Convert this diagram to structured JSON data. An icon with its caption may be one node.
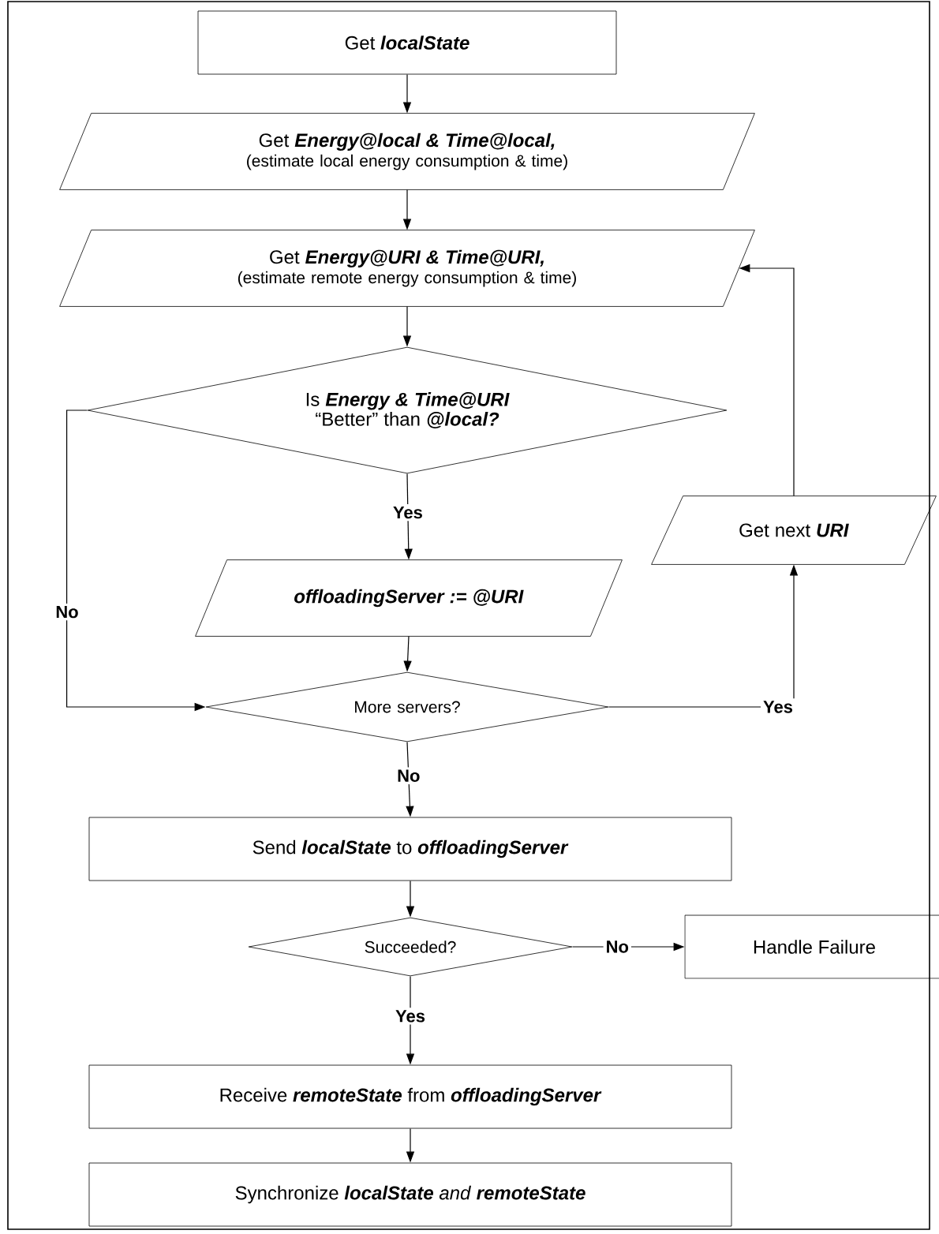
{
  "diagram": {
    "nodes": [
      {
        "text": [
          "Get **localState**"
        ]
      },
      {
        "text": [
          "Get **Energy@local & Time@local,**",
          "(estimate local energy consumption & time)"
        ]
      },
      {
        "text": [
          "Get **Energy@URI & Time@URI,**",
          "(estimate remote energy consumption & time)"
        ]
      },
      {
        "text": [
          "Is **Energy & Time@URI** “Better” than **@local?**"
        ]
      },
      {
        "text": [
          "**offloadingServer := @URI**"
        ]
      },
      {
        "text": [
          "More servers?"
        ]
      },
      {
        "text": [
          "Get next **URI**"
        ]
      },
      {
        "text": [
          "Send **localState** to **offloadingServer**"
        ]
      },
      {
        "text": [
          "Succeeded?"
        ]
      },
      {
        "text": [
          "Handle Failure"
        ]
      },
      {
        "text": [
          "Receive **remoteState** from **offloadingServer**"
        ]
      },
      {
        "text": [
          "Synchronize **localState** *and* **remoteState**"
        ]
      }
    ],
    "edges": [
      {
        "from": 0,
        "to": 1,
        "arrow": "to"
      },
      {
        "from": 1,
        "to": 2,
        "arrow": "to"
      },
      {
        "from": 2,
        "to": 3,
        "arrow": "to"
      },
      {
        "from": 3,
        "to": 4,
        "arrow": "to",
        "label": "Yes"
      },
      {
        "from": 3,
        "to": 5,
        "arrow": "to",
        "label": "No"
      },
      {
        "from": 4,
        "to": 5,
        "arrow": "to"
      },
      {
        "from": 5,
        "to": 6,
        "arrow": "to",
        "label": "Yes"
      },
      {
        "from": 6,
        "to": 2,
        "arrow": "to"
      },
      {
        "from": 5,
        "to": 7,
        "arrow": "to",
        "label": "No"
      },
      {
        "from": 7,
        "to": 8,
        "arrow": "to"
      },
      {
        "from": 8,
        "to": 9,
        "arrow": "to",
        "label": "No"
      },
      {
        "from": 8,
        "to": 10,
        "arrow": "to",
        "label": "Yes"
      },
      {
        "from": 10,
        "to": 11,
        "arrow": "to"
      }
    ]
  }
}
